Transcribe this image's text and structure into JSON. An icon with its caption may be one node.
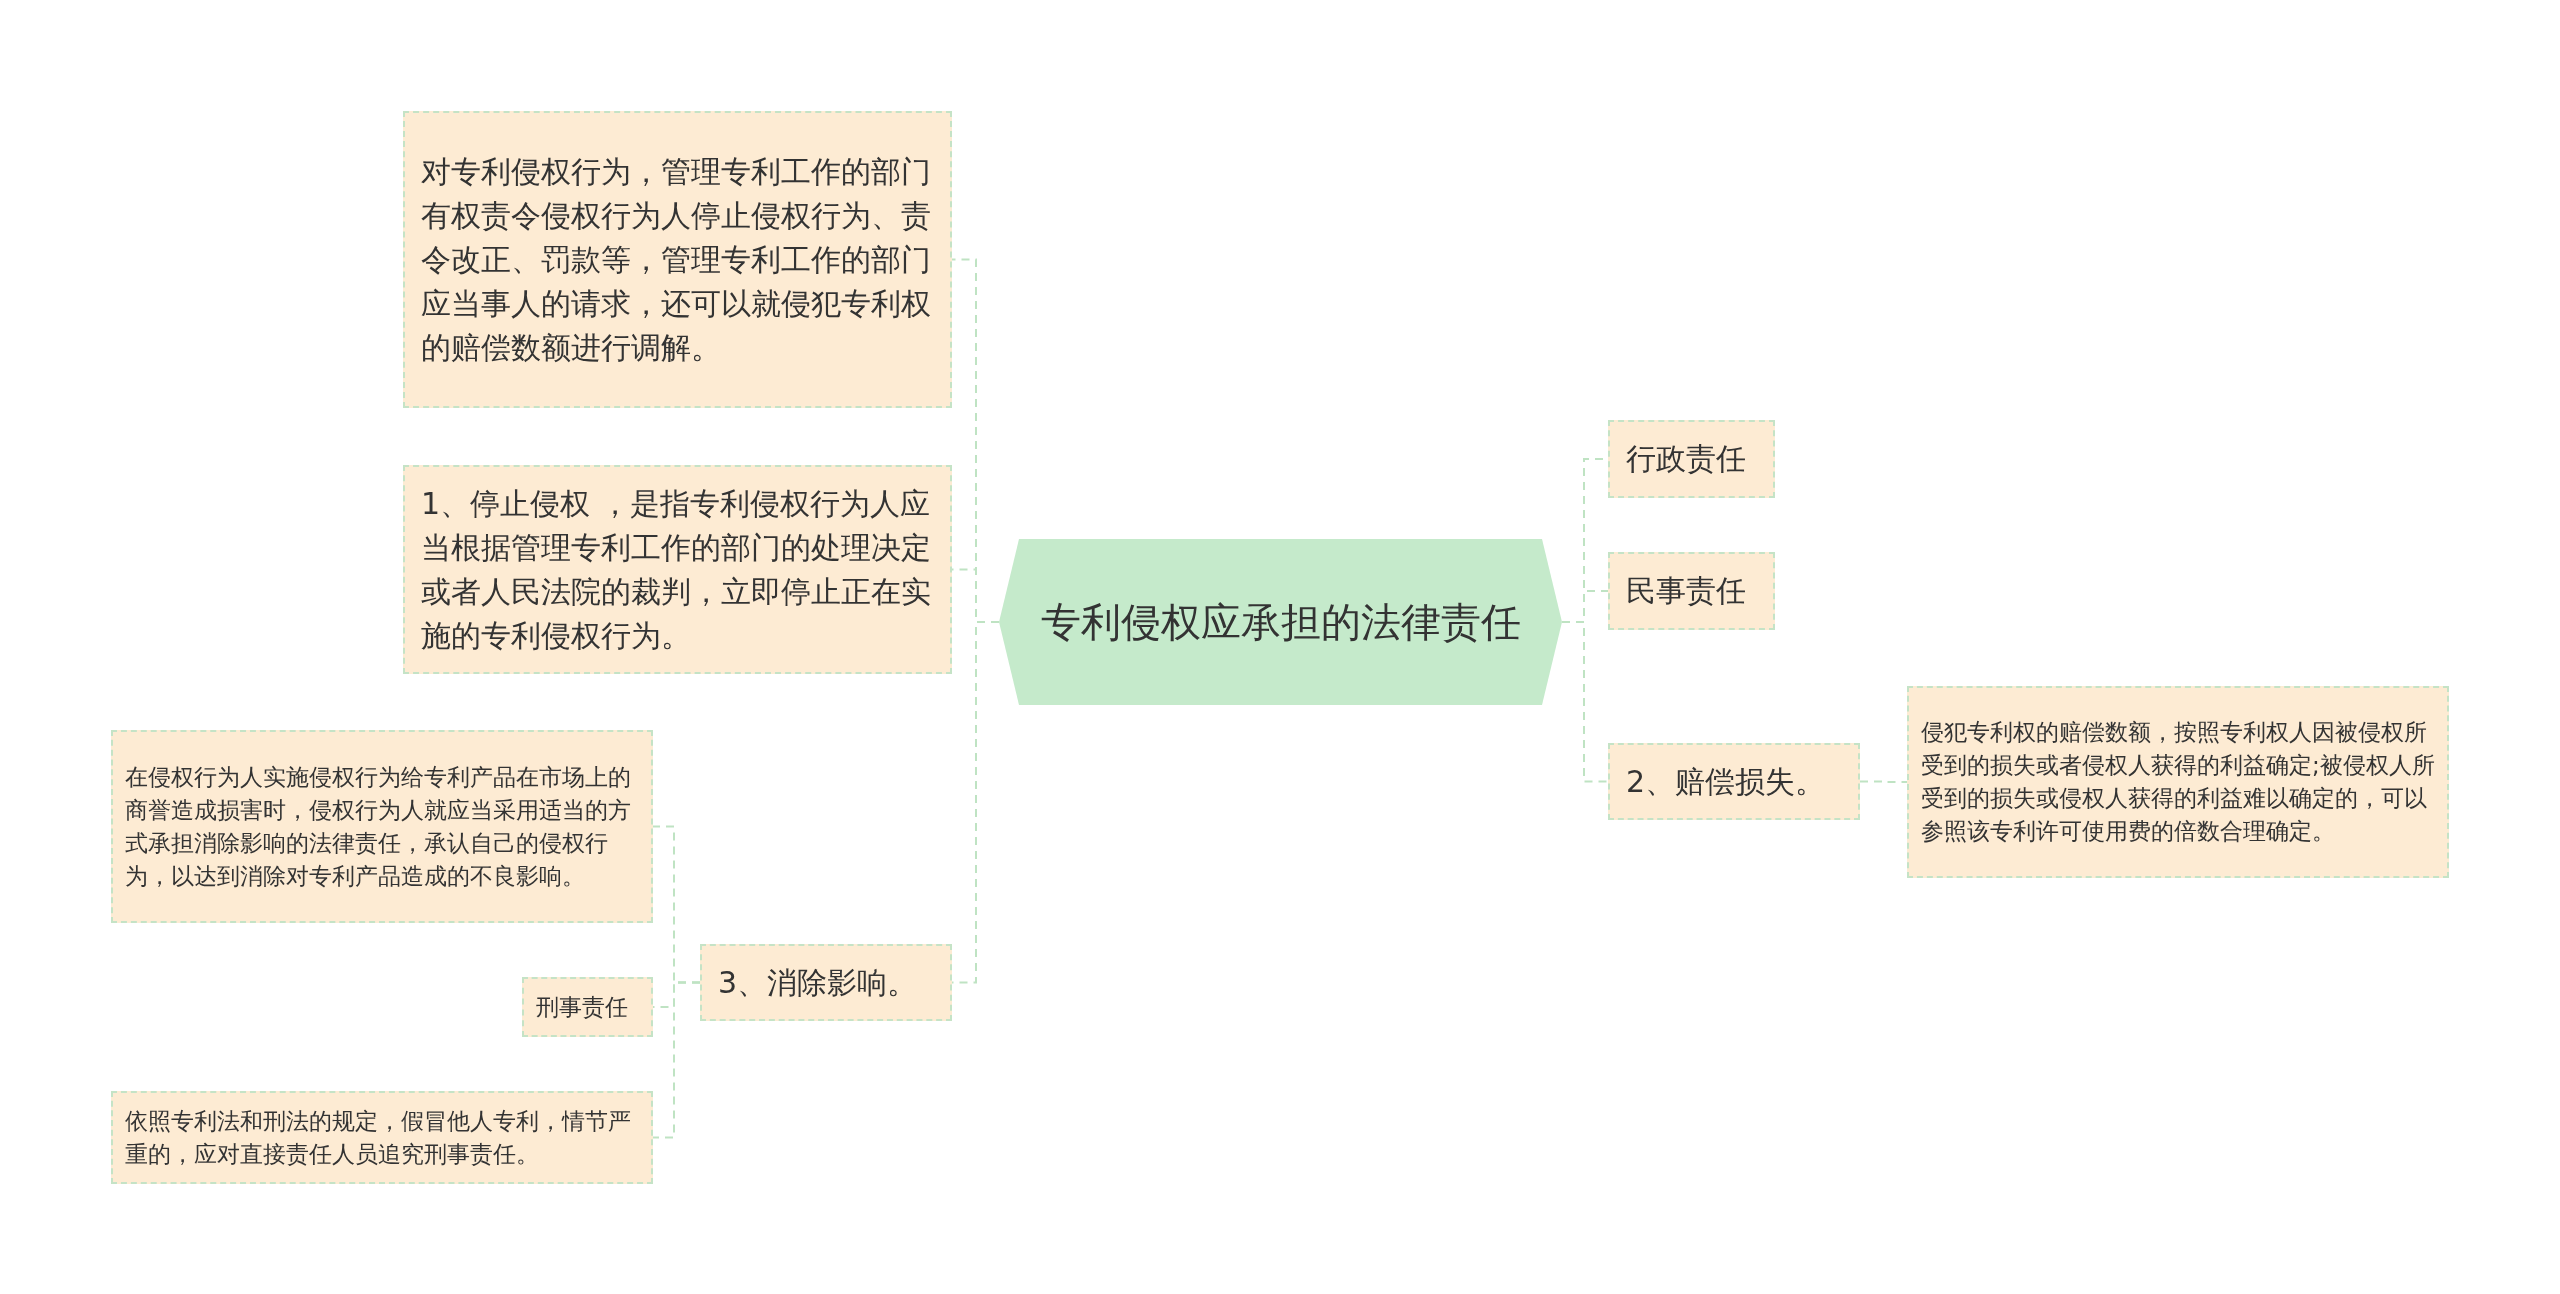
{
  "diagram": {
    "nodes": [
      {
        "text": [
          "专利侵权应承担的法律责任"
        ]
      },
      {
        "text": [
          "对专利侵权行为，管理专利工作的部门有权责令侵权行为人停止侵权行为、责令改正、罚款等，管理专利工作的部门应当事人的请求，还可以就侵犯专利权的赔偿数额进行调解。"
        ]
      },
      {
        "text": [
          "1、停止侵权 ，是指专利侵权行为人应当根据管理专利工作的部门的处理决定或者人民法院的裁判，立即停止正在实施的专利侵权行为。"
        ]
      },
      {
        "text": [
          "3、消除影响。"
        ]
      },
      {
        "text": [
          "在侵权行为人实施侵权行为给专利产品在市场上的商誉造成损害时，侵权行为人就应当采用适当的方式承担消除影响的法律责任，承认自己的侵权行为，以达到消除对专利产品造成的不良影响。"
        ]
      },
      {
        "text": [
          "刑事责任"
        ]
      },
      {
        "text": [
          "依照专利法和刑法的规定，假冒他人专利，情节严重的，应对直接责任人员追究刑事责任。"
        ]
      },
      {
        "text": [
          "行政责任"
        ]
      },
      {
        "text": [
          "民事责任"
        ]
      },
      {
        "text": [
          "2、赔偿损失。"
        ]
      },
      {
        "text": [
          "侵犯专利权的赔偿数额，按照专利权人因被侵权所受到的损失或者侵权人获得的利益确定;被侵权人所受到的损失或侵权人获得的利益难以确定的，可以参照该专利许可使用费的倍数合理确定。"
        ]
      }
    ],
    "edges": [
      {
        "from": 0,
        "to": 1,
        "arrow": "none",
        "style": "dashed"
      },
      {
        "from": 0,
        "to": 2,
        "arrow": "none",
        "style": "dashed"
      },
      {
        "from": 0,
        "to": 3,
        "arrow": "none",
        "style": "dashed"
      },
      {
        "from": 3,
        "to": 4,
        "arrow": "none",
        "style": "dashed"
      },
      {
        "from": 3,
        "to": 5,
        "arrow": "none",
        "style": "dashed"
      },
      {
        "from": 3,
        "to": 6,
        "arrow": "none",
        "style": "dashed"
      },
      {
        "from": 0,
        "to": 7,
        "arrow": "none",
        "style": "dashed"
      },
      {
        "from": 0,
        "to": 8,
        "arrow": "none",
        "style": "dashed"
      },
      {
        "from": 0,
        "to": 9,
        "arrow": "none",
        "style": "dashed"
      },
      {
        "from": 9,
        "to": 10,
        "arrow": "none",
        "style": "dashed"
      }
    ]
  }
}
